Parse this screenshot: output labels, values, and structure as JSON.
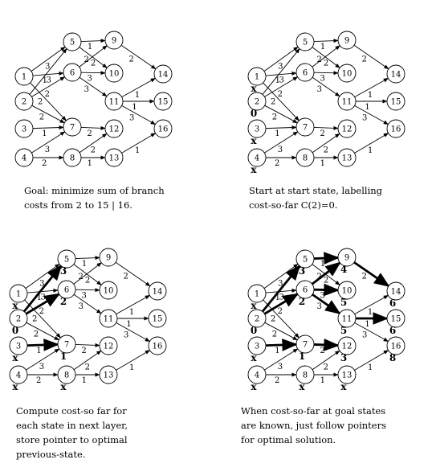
{
  "panels": [
    {
      "id": "goal",
      "caption": [
        "Goal: minimize sum of branch",
        "costs from 2 to 15 | 16."
      ],
      "marks": {}
    },
    {
      "id": "start",
      "caption": [
        "Start at start state, labelling",
        "cost-so-far C(2)=0."
      ],
      "marks": {
        "1": "x",
        "2": "0",
        "3": "x",
        "4": "x"
      }
    },
    {
      "id": "compute",
      "caption": [
        "Compute cost-so far for",
        "each state in next layer,",
        "store pointer to optimal",
        "previous-state."
      ],
      "marks": {
        "1": "x",
        "2": "0",
        "3": "x",
        "4": "x",
        "5": "3",
        "6": "2",
        "7": "1",
        "8": "x"
      }
    },
    {
      "id": "follow",
      "caption": [
        "When cost-so-far at goal states",
        "are known, just follow pointers",
        "for optimal solution."
      ],
      "marks": {
        "1": "x",
        "2": "0",
        "3": "x",
        "4": "x",
        "5": "3",
        "6": "2",
        "7": "1",
        "8": "x",
        "9": "4",
        "10": "5",
        "11": "5",
        "12": "3",
        "13": "x",
        "14": "6",
        "15": "6",
        "16": "8"
      }
    }
  ],
  "graph": {
    "nodes": [
      "1",
      "2",
      "3",
      "4",
      "5",
      "6",
      "7",
      "8",
      "9",
      "10",
      "11",
      "12",
      "13",
      "14",
      "15",
      "16"
    ],
    "edges": [
      {
        "from": "1",
        "to": "5",
        "cost": "3"
      },
      {
        "from": "1",
        "to": "6",
        "cost": "1"
      },
      {
        "from": "1",
        "to": "7",
        "cost": "2"
      },
      {
        "from": "2",
        "to": "5",
        "cost": "3"
      },
      {
        "from": "2",
        "to": "6",
        "cost": "2"
      },
      {
        "from": "2",
        "to": "7",
        "cost": "2"
      },
      {
        "from": "3",
        "to": "7",
        "cost": "1"
      },
      {
        "from": "4",
        "to": "7",
        "cost": "3"
      },
      {
        "from": "4",
        "to": "8",
        "cost": "2"
      },
      {
        "from": "5",
        "to": "9",
        "cost": "1"
      },
      {
        "from": "5",
        "to": "10",
        "cost": "2"
      },
      {
        "from": "6",
        "to": "9",
        "cost": "2"
      },
      {
        "from": "6",
        "to": "10",
        "cost": "3"
      },
      {
        "from": "6",
        "to": "11",
        "cost": "3"
      },
      {
        "from": "7",
        "to": "12",
        "cost": "2"
      },
      {
        "from": "8",
        "to": "12",
        "cost": "2"
      },
      {
        "from": "8",
        "to": "13",
        "cost": "1"
      },
      {
        "from": "9",
        "to": "14",
        "cost": "2"
      },
      {
        "from": "11",
        "to": "14",
        "cost": "1"
      },
      {
        "from": "11",
        "to": "15",
        "cost": "1"
      },
      {
        "from": "11",
        "to": "16",
        "cost": "3"
      },
      {
        "from": "13",
        "to": "16",
        "cost": "1"
      }
    ],
    "pointer_edges_compute": [
      [
        "2",
        "5"
      ],
      [
        "2",
        "6"
      ],
      [
        "3",
        "7"
      ]
    ],
    "pointer_edges_follow": [
      [
        "2",
        "5"
      ],
      [
        "2",
        "6"
      ],
      [
        "3",
        "7"
      ],
      [
        "5",
        "9"
      ],
      [
        "6",
        "9"
      ],
      [
        "6",
        "10"
      ],
      [
        "6",
        "11"
      ],
      [
        "7",
        "12"
      ],
      [
        "9",
        "14"
      ],
      [
        "11",
        "15"
      ],
      [
        "12",
        "16"
      ]
    ]
  }
}
